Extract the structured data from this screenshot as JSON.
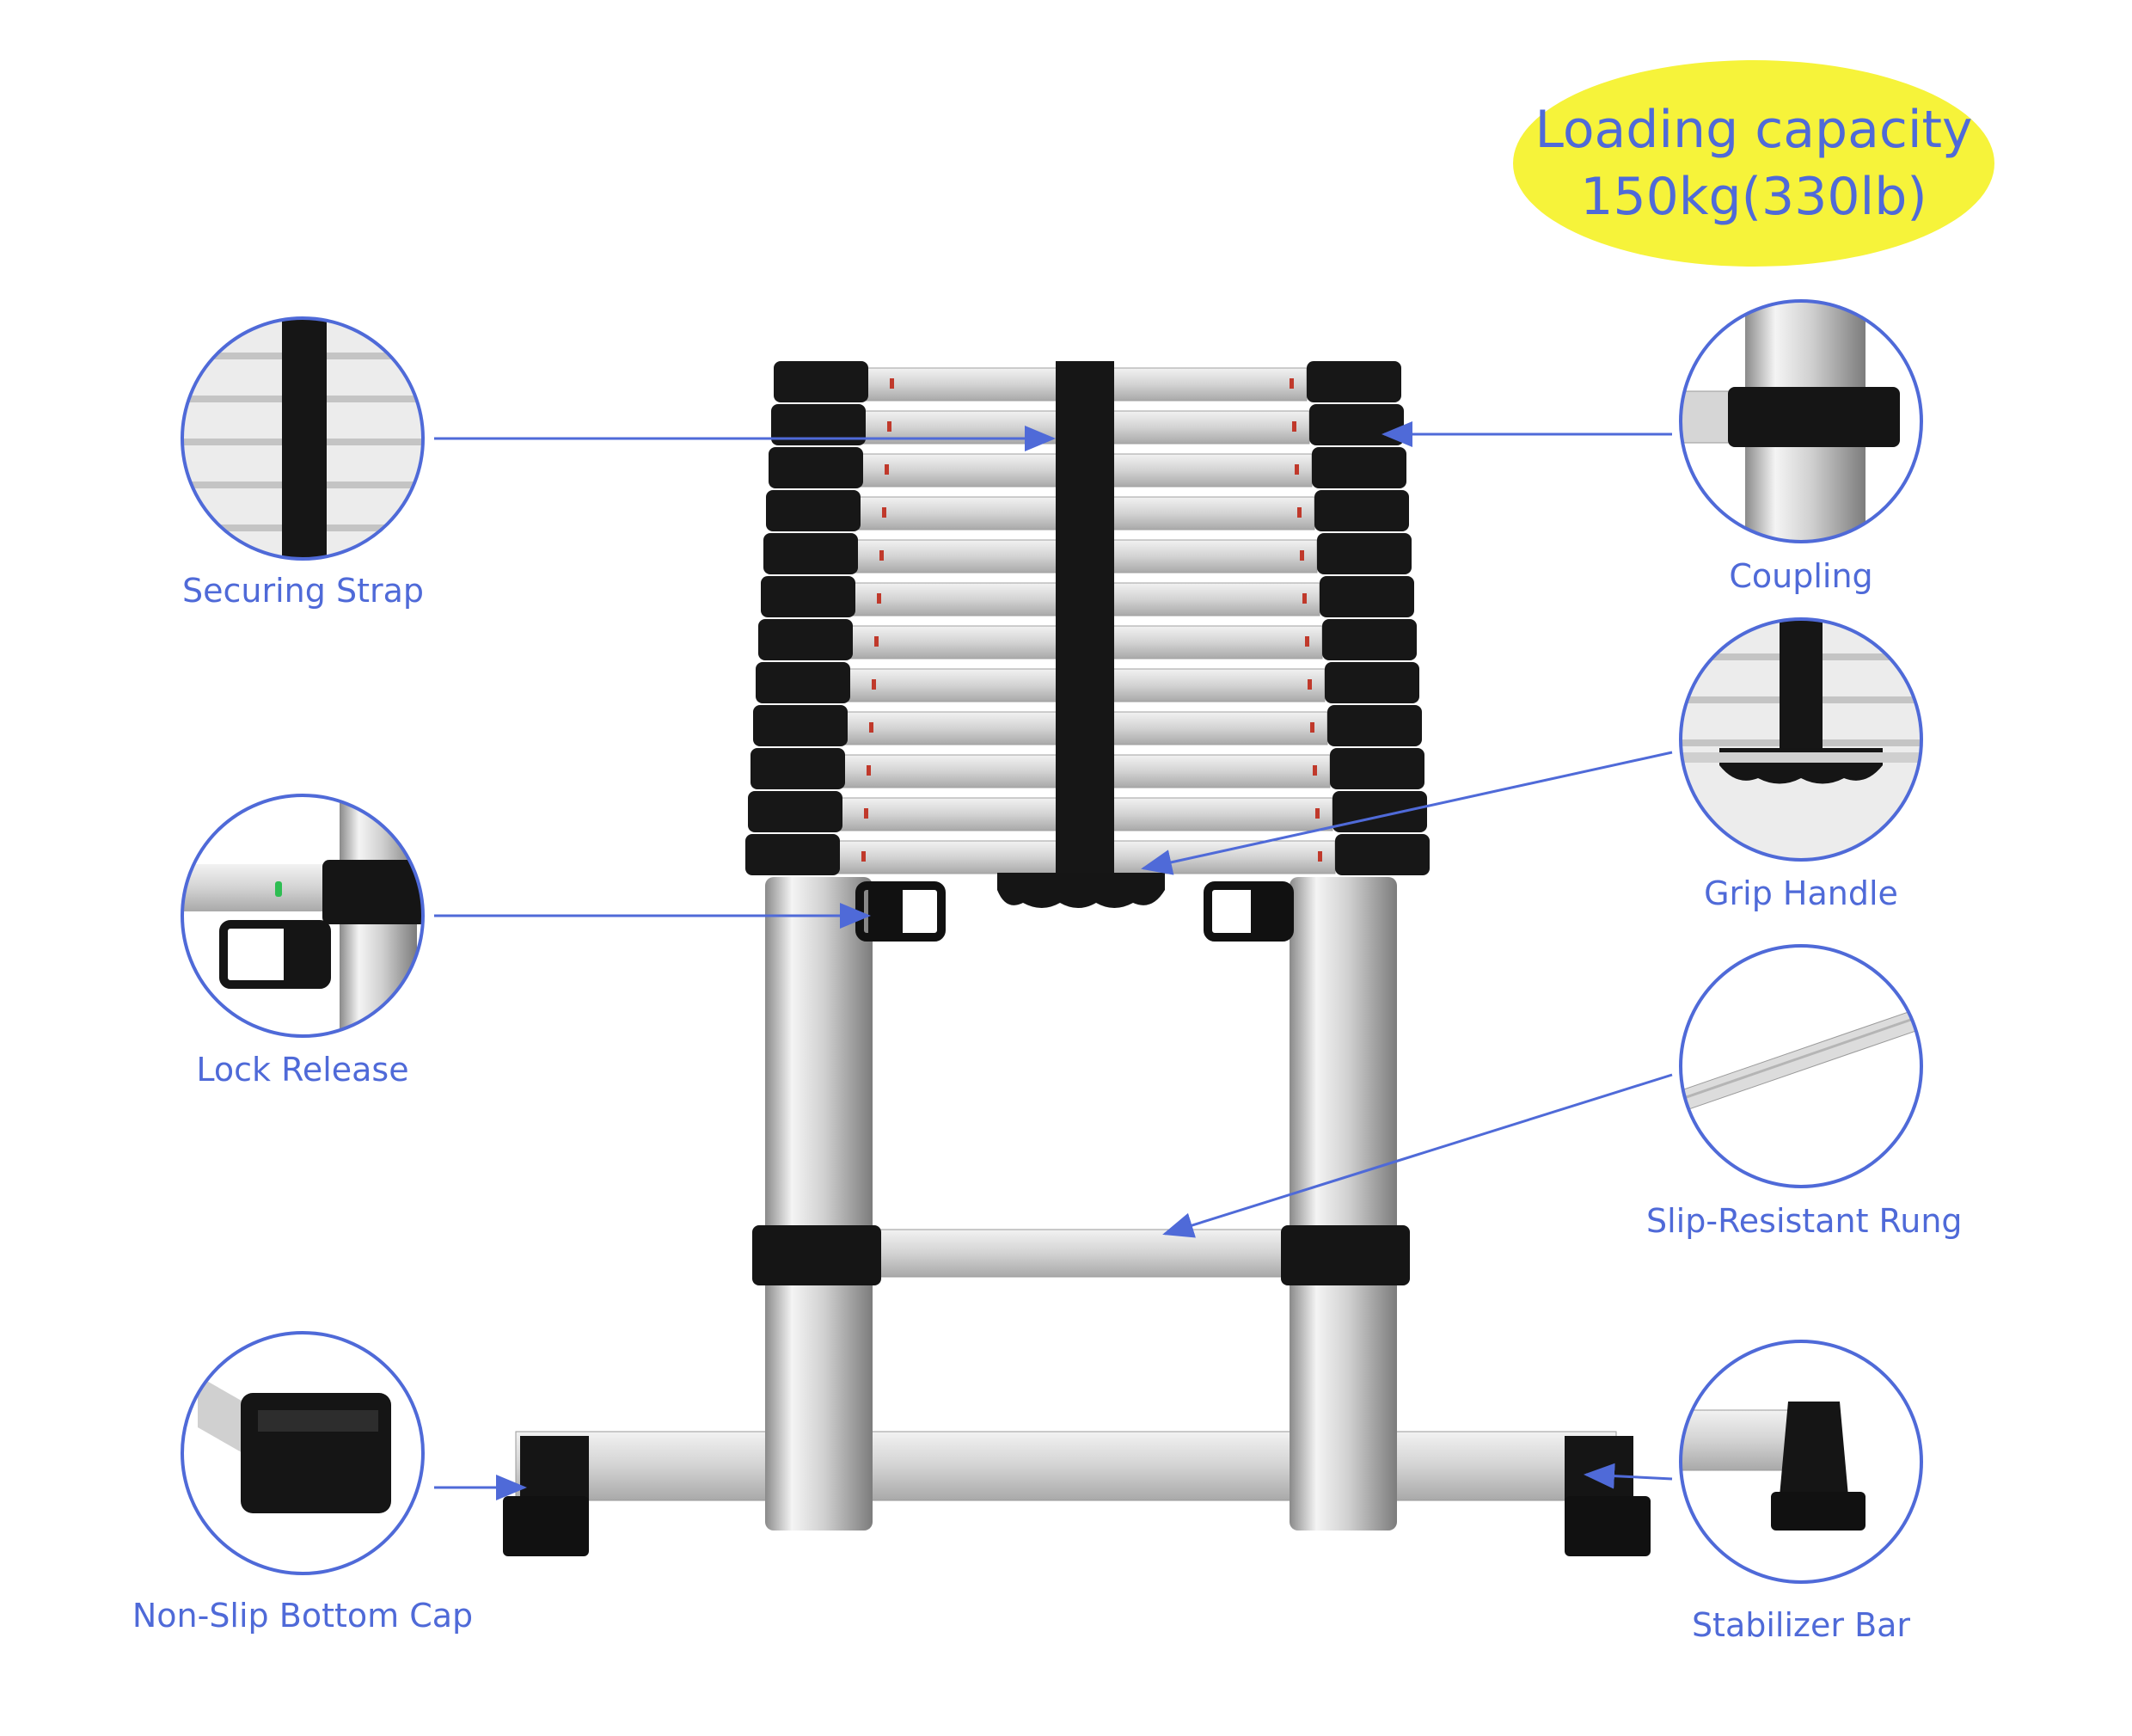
{
  "badge": {
    "line1": "Loading capacity",
    "line2": "150kg(330lb)"
  },
  "features": [
    {
      "label": "Securing Strap"
    },
    {
      "label": "Coupling"
    },
    {
      "label": "Grip Handle"
    },
    {
      "label": "Lock Release"
    },
    {
      "label": "Slip-Resistant Rung"
    },
    {
      "label": "Non-Slip Bottom Cap"
    },
    {
      "label": "Stabilizer Bar"
    }
  ],
  "colors": {
    "accent": "#4f6ad8",
    "badge": "#f6f33a",
    "ladder_black": "#1a1a1a",
    "aluminum": "#d9d9d9"
  },
  "icons": [
    "securing-strap-detail",
    "coupling-detail",
    "grip-handle-detail",
    "lock-release-detail",
    "rung-detail",
    "bottom-cap-detail",
    "stabilizer-detail"
  ]
}
